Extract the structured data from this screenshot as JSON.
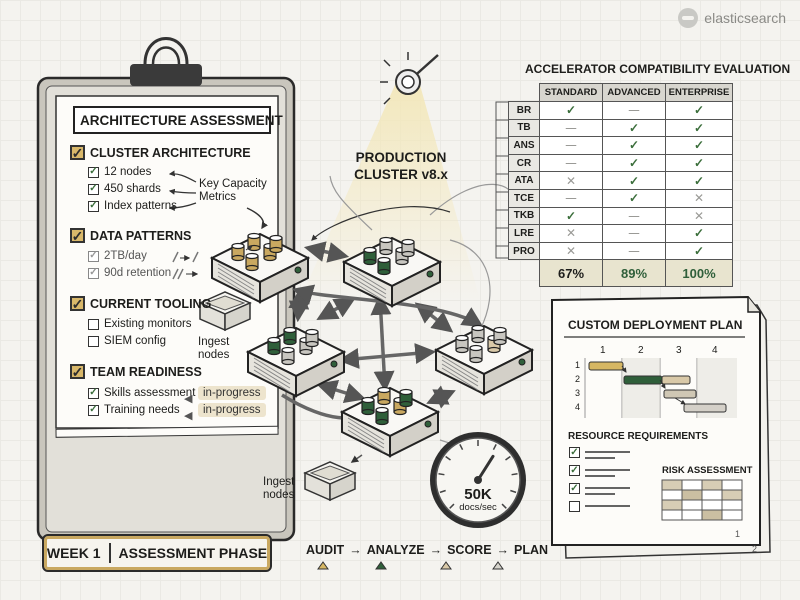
{
  "brand": {
    "name": "elasticsearch"
  },
  "clipboard": {
    "title": "ARCHITECTURE ASSESSMENT",
    "sections": [
      {
        "title": "CLUSTER ARCHITECTURE",
        "items": [
          "12 nodes",
          "450 shards",
          "Index patterns"
        ]
      },
      {
        "title": "DATA PATTERNS",
        "items": [
          "2TB/day",
          "90d retention"
        ]
      },
      {
        "title": "CURRENT TOOLING",
        "items": [
          "Existing monitors",
          "SIEM config"
        ]
      },
      {
        "title": "TEAM READINESS",
        "items": [
          "Skills assessment",
          "Training needs"
        ]
      }
    ],
    "badges": [
      "in-progress",
      "in-progress"
    ],
    "annotation": "Key Capacity\nMetrics"
  },
  "cluster": {
    "title_line1": "PRODUCTION",
    "title_line2": "CLUSTER v8.x",
    "ingest_label_1": "Ingest\nnodes",
    "ingest_label_2": "Ingest\nnodes"
  },
  "gauge": {
    "value": "50K",
    "unit": "docs/sec",
    "level": 0.62
  },
  "comparison": {
    "title": "ACCELERATOR COMPATIBILITY EVALUATION",
    "columns": [
      "STANDARD",
      "ADVANCED",
      "ENTERPRISE"
    ],
    "rows": [
      {
        "label": "BR",
        "cells": [
          "check",
          "dash",
          "check"
        ]
      },
      {
        "label": "TB",
        "cells": [
          "dash",
          "check",
          "check"
        ]
      },
      {
        "label": "ANS",
        "cells": [
          "dash",
          "check",
          "check"
        ]
      },
      {
        "label": "CR",
        "cells": [
          "dash",
          "check",
          "check"
        ]
      },
      {
        "label": "ATA",
        "cells": [
          "x",
          "check",
          "check"
        ]
      },
      {
        "label": "TCE",
        "cells": [
          "dash",
          "check",
          "x"
        ]
      },
      {
        "label": "TKB",
        "cells": [
          "check",
          "dash",
          "x"
        ]
      },
      {
        "label": "LRE",
        "cells": [
          "x",
          "dash",
          "check"
        ]
      },
      {
        "label": "PRO",
        "cells": [
          "x",
          "dash",
          "check"
        ]
      }
    ],
    "scores": [
      "67%",
      "89%",
      "100%"
    ]
  },
  "plan": {
    "title": "CUSTOM DEPLOYMENT PLAN",
    "gantt_cols": [
      "1",
      "2",
      "3",
      "4"
    ],
    "gantt_rows": [
      "1",
      "2",
      "3",
      "4"
    ],
    "resources_title": "RESOURCE REQUIREMENTS",
    "risk_title": "RISK ASSESSMENT",
    "page_front": "1",
    "page_back": "2"
  },
  "week": {
    "left": "WEEK 1",
    "right": "ASSESSMENT PHASE"
  },
  "pipeline": {
    "steps": [
      "AUDIT",
      "ANALYZE",
      "SCORE",
      "PLAN"
    ],
    "arrow": "→"
  },
  "colors": {
    "gold": "#c9a860",
    "green": "#2f5f3a",
    "grey": "#c8c6c0",
    "tan": "#d9c9a8"
  }
}
